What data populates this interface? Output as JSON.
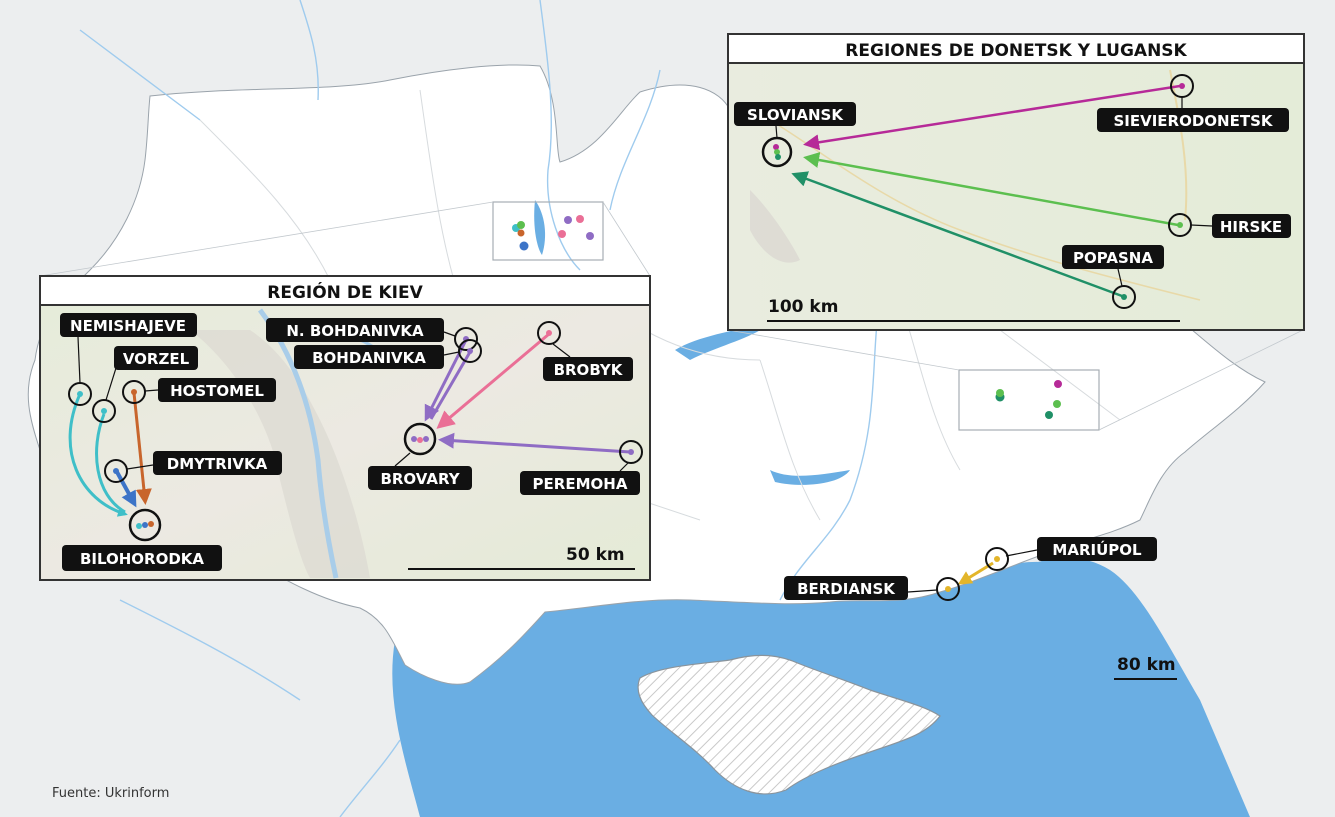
{
  "source": "Fuente: Ukrinform",
  "map": {
    "scale_label": "80 km",
    "places": {
      "mariupol": "MARIÚPOL",
      "berdiansk": "BERDIANSK"
    }
  },
  "kiev": {
    "title": "REGIÓN DE KIEV",
    "scale_label": "50 km",
    "places": {
      "nemishajeve": "NEMISHAJEVE",
      "vorzel": "VORZEL",
      "hostomel": "HOSTOMEL",
      "dmytrivka": "DMYTRIVKA",
      "bilohorodka": "BILOHORODKA",
      "n_bohdanivka": "N. BOHDANIVKA",
      "bohdanivka": "BOHDANIVKA",
      "brobyk": "BROBYK",
      "brovary": "BROVARY",
      "peremoha": "PEREMOHA"
    }
  },
  "donetsk": {
    "title": "REGIONES DE DONETSK Y LUGANSK",
    "scale_label": "100 km",
    "places": {
      "sloviansk": "SLOVIANSK",
      "sievierodonetsk": "SIEVIERODONETSK",
      "hirske": "HIRSKE",
      "popasna": "POPASNA"
    }
  },
  "colors": {
    "sea": "#6aaee3",
    "land": "#ffffff",
    "outside": "#eceeef",
    "teal": "#3fbfc8",
    "blue": "#3d74c7",
    "orange": "#c8652c",
    "purple": "#8f6cc4",
    "pink": "#ea6f96",
    "magenta": "#b62a98",
    "green": "#5cbf4f",
    "darkgreen": "#209067",
    "yellow": "#e3b52a"
  }
}
